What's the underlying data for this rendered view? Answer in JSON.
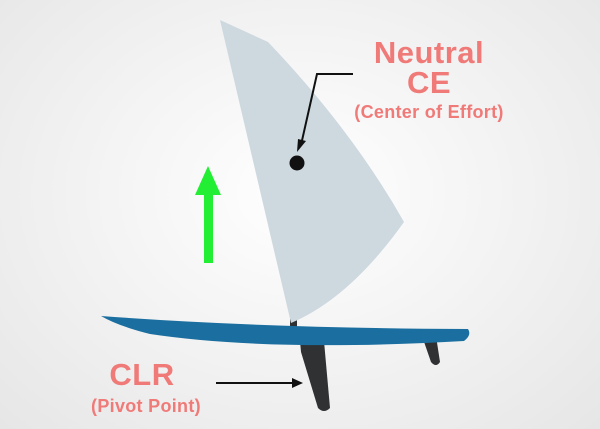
{
  "ce": {
    "title_line1": "Neutral",
    "title_line2": "CE",
    "subtitle": "(Center of Effort)"
  },
  "clr": {
    "title": "CLR",
    "subtitle": "(Pivot Point)"
  },
  "colors": {
    "label": "#ef7a78",
    "sail": "#cdd9df",
    "hull": "#1b6fa0",
    "fin": "#2f3133",
    "arrow": "#22ee33"
  },
  "icons": {
    "up_arrow": "green-up-arrow-icon"
  }
}
